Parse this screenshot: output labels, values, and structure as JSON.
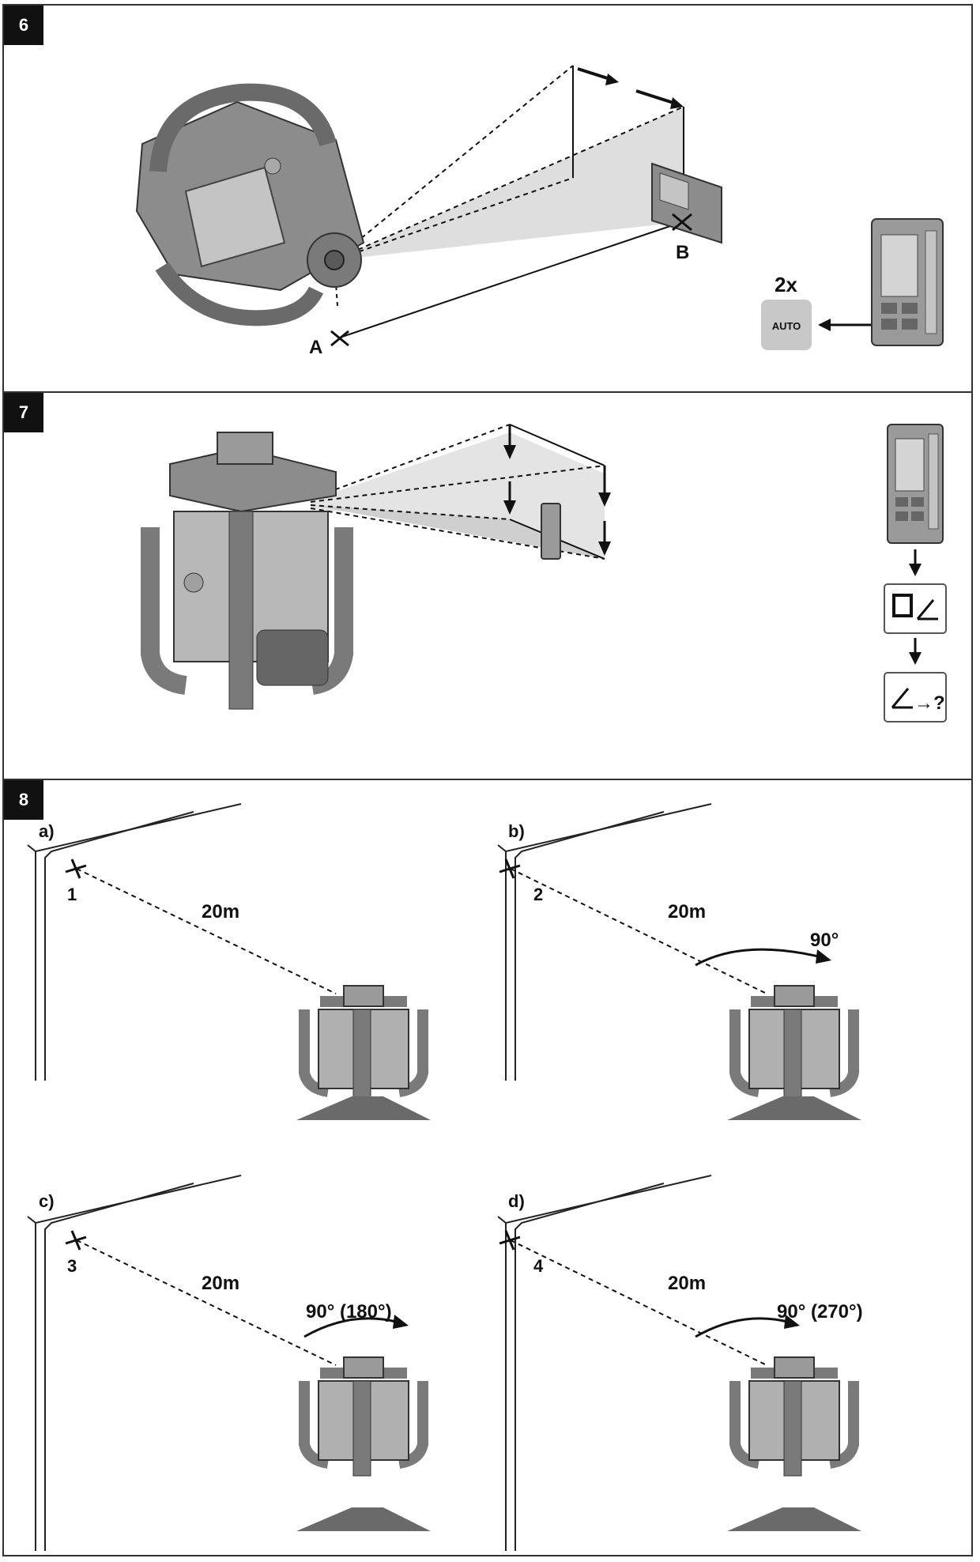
{
  "figure6": {
    "number": "6",
    "point_a": "A",
    "point_b": "B",
    "press_count": "2x",
    "auto_button": "AUTO"
  },
  "figure7": {
    "number": "7"
  },
  "figure8": {
    "number": "8",
    "panels": [
      {
        "letter": "a)",
        "mark": "1",
        "distance": "20m",
        "rotation": ""
      },
      {
        "letter": "b)",
        "mark": "2",
        "distance": "20m",
        "rotation": "90°"
      },
      {
        "letter": "c)",
        "mark": "3",
        "distance": "20m",
        "rotation": "90° (180°)"
      },
      {
        "letter": "d)",
        "mark": "4",
        "distance": "20m",
        "rotation": "90° (270°)"
      }
    ]
  },
  "colors": {
    "device_body": "#8c8c8c",
    "device_dark": "#5a5a5a",
    "device_light": "#c4c4c4",
    "beam_fill": "#dedede",
    "line": "#111111"
  }
}
